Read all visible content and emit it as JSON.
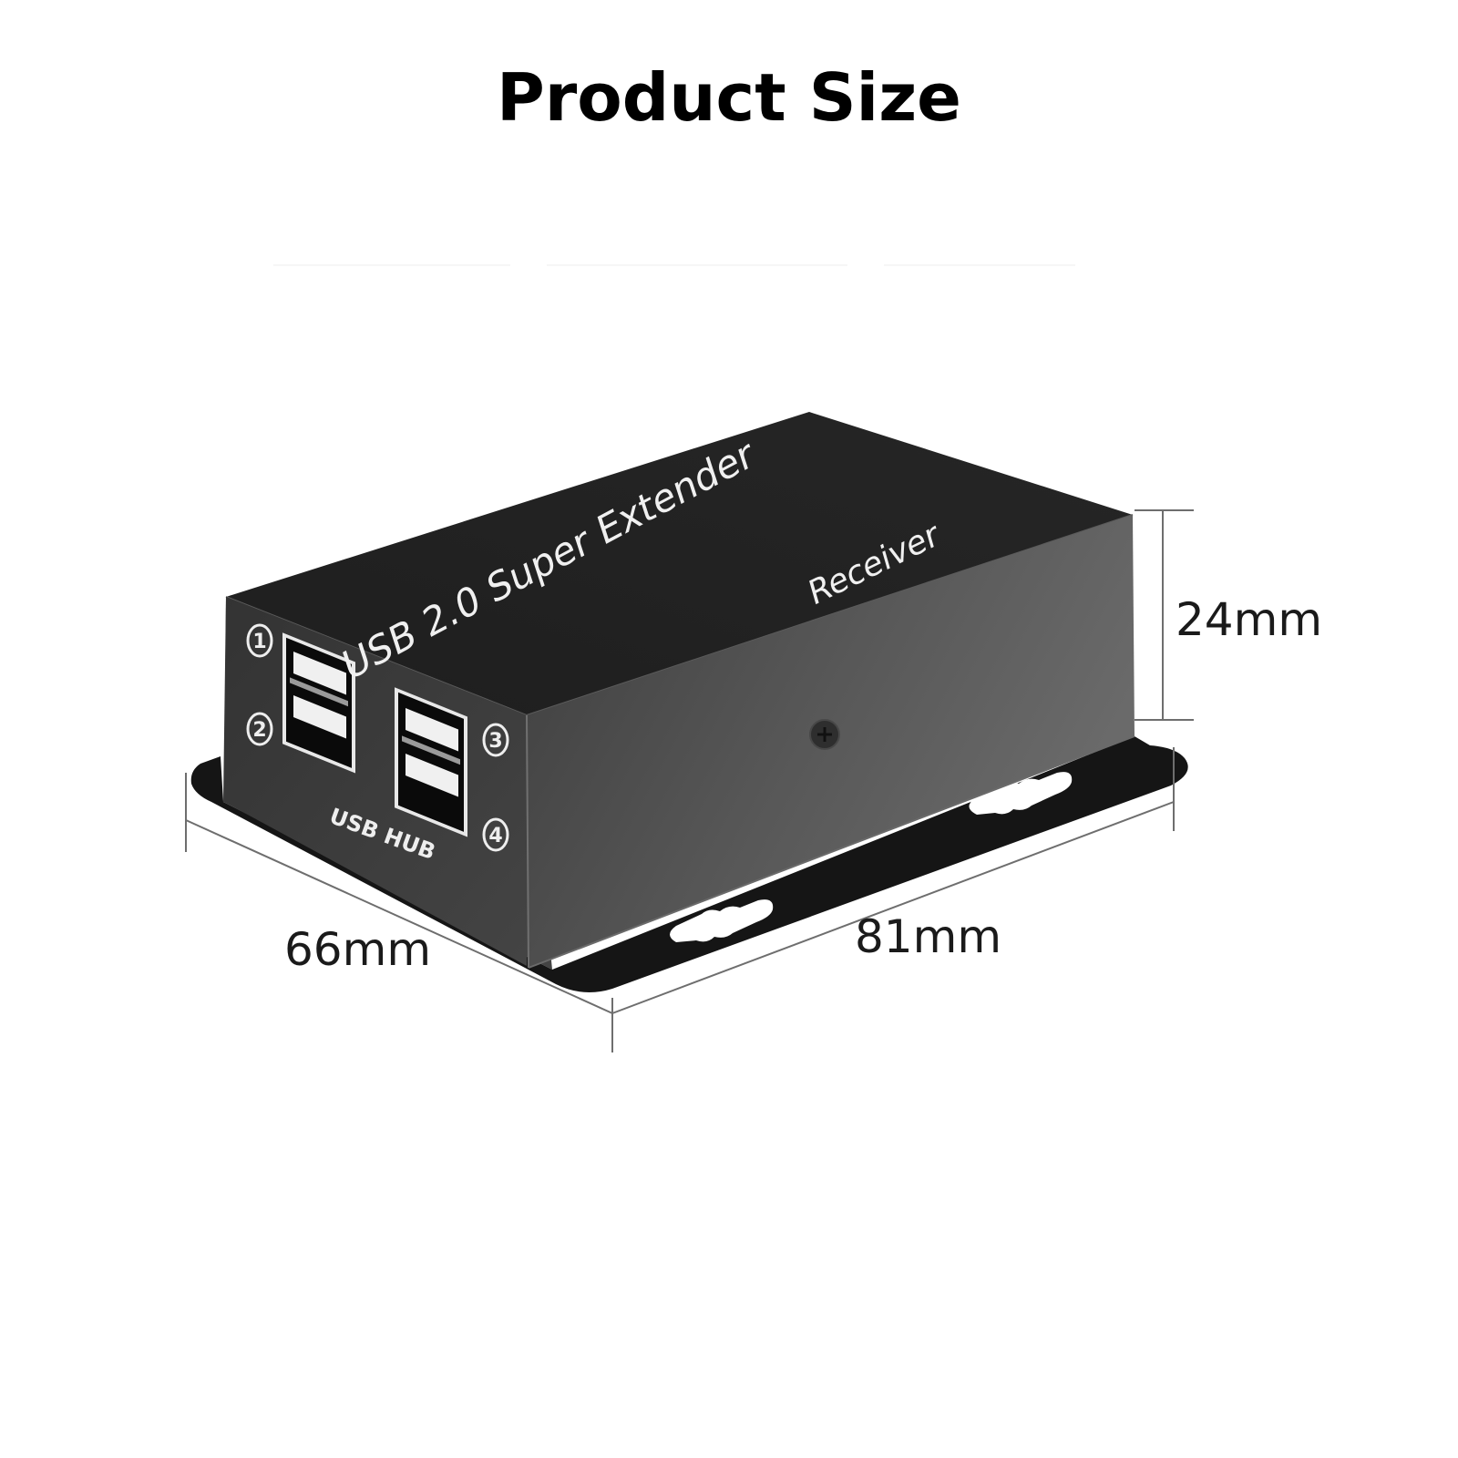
{
  "page": {
    "title": "Product Size"
  },
  "product": {
    "top_label": "USB 2.0  Super Extender",
    "side_label": "Receiver",
    "front_label": "USB HUB",
    "port_numbers": [
      "①",
      "②",
      "③",
      "④"
    ],
    "colors": {
      "body_top": "#222222",
      "body_front": "#3a3a3a",
      "body_side": "#555555",
      "bracket": "#151515",
      "text": "#f2f2f2",
      "dimension_line": "#6e6e6e"
    }
  },
  "dimensions": {
    "height": "24mm",
    "depth": "66mm",
    "length": "81mm"
  }
}
